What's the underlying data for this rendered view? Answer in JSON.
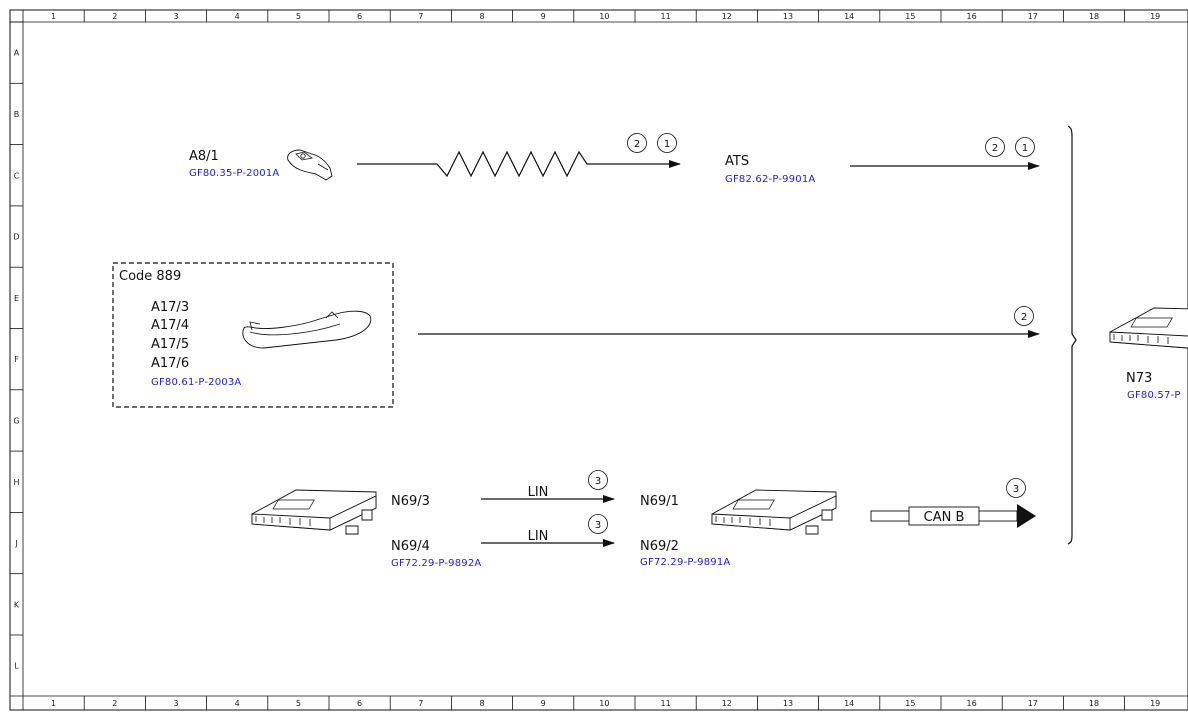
{
  "grid": {
    "columns": [
      "1",
      "2",
      "3",
      "4",
      "5",
      "6",
      "7",
      "8",
      "9",
      "10",
      "11",
      "12",
      "13",
      "14",
      "15",
      "16",
      "17",
      "18",
      "19"
    ],
    "rows": [
      "A",
      "B",
      "C",
      "D",
      "E",
      "F",
      "G",
      "H",
      "J",
      "K",
      "L"
    ]
  },
  "components": {
    "a81": {
      "label": "A8/1",
      "ref": "GF80.35-P-2001A",
      "icon": "key-fob-icon"
    },
    "ats": {
      "label": "ATS",
      "ref": "GF82.62-P-9901A"
    },
    "door_handles": {
      "group": "Code 889",
      "labels": [
        "A17/3",
        "A17/4",
        "A17/5",
        "A17/6"
      ],
      "ref": "GF80.61-P-2003A",
      "icon": "door-handle-icon"
    },
    "n69_34": {
      "label1": "N69/3",
      "label2": "N69/4",
      "ref": "GF72.29-P-9892A",
      "icon": "control-unit-icon"
    },
    "n69_12": {
      "label1": "N69/1",
      "label2": "N69/2",
      "ref": "GF72.29-P-9891A",
      "icon": "control-unit-icon"
    },
    "n73": {
      "label": "N73",
      "ref": "GF80.57-P",
      "icon": "control-unit-icon"
    }
  },
  "signals": {
    "lin1": "LIN",
    "lin2": "LIN",
    "canb": "CAN B"
  },
  "markers": {
    "row1_left": [
      "2",
      "1"
    ],
    "row1_right": [
      "2",
      "1"
    ],
    "row2": [
      "2"
    ],
    "lin1": [
      "3"
    ],
    "lin2": [
      "3"
    ],
    "canb": [
      "3"
    ]
  }
}
